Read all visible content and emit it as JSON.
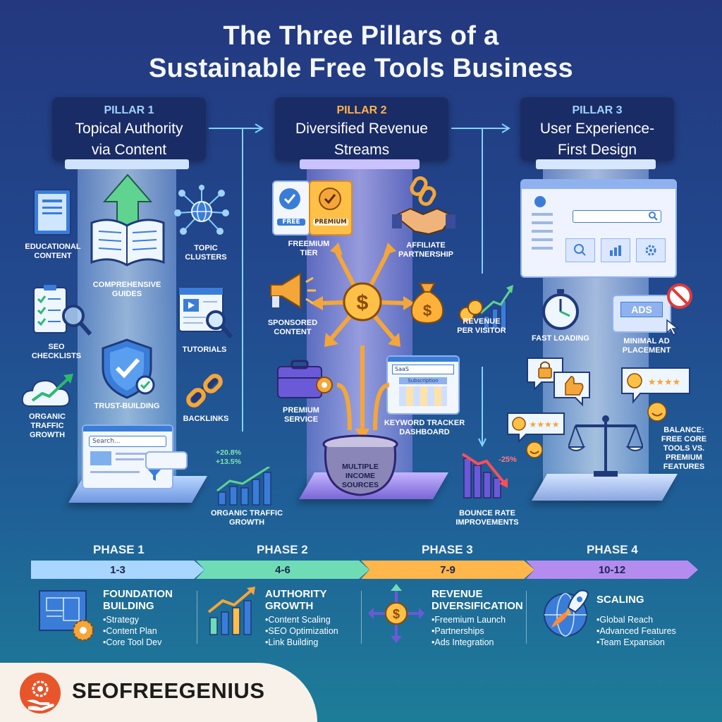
{
  "title_line1": "The Three Pillars of a",
  "title_line2": "Sustainable Free Tools Business",
  "pillars": [
    {
      "number": "PILLAR 1",
      "title_line1": "Topical Authority",
      "title_line2": "via Content",
      "color": "#9fd2ff"
    },
    {
      "number": "PILLAR 2",
      "title_line1": "Diversified Revenue",
      "title_line2": "Streams",
      "color": "#ffb347"
    },
    {
      "number": "PILLAR 3",
      "title_line1": "User Experience-",
      "title_line2": "First Design",
      "color": "#9fd2ff"
    }
  ],
  "pillar1": {
    "educational_content": [
      "EDUCATIONAL",
      "CONTENT"
    ],
    "topic_clusters": [
      "TOPIC",
      "CLUSTERS"
    ],
    "comprehensive_guides": [
      "COMPREHENSIVE",
      "GUIDES"
    ],
    "seo_checklists": [
      "SEO",
      "CHECKLISTS"
    ],
    "tutorials": "TUTORIALS",
    "trust_building": "TRUST-BUILDING",
    "backlinks": "BACKLINKS",
    "organic_traffic_growth": [
      "ORGANIC",
      "TRAFFIC",
      "GROWTH"
    ],
    "search_placeholder": "Search..."
  },
  "growth_chart": {
    "stat1": "+20.8%",
    "stat2": "+13.5%",
    "label": [
      "ORGANIC TRAFFIC",
      "GROWTH"
    ]
  },
  "pillar2": {
    "freemium_tier": [
      "FREEMIUM",
      "TIER"
    ],
    "free_badge": "FREE",
    "premium_badge": "PREMIUM",
    "affiliate": [
      "AFFILIATE",
      "PARTNERSHIP"
    ],
    "sponsored": [
      "SPONSORED",
      "CONTENT"
    ],
    "premium_service": [
      "PREMIUM",
      "SERVICE"
    ],
    "keyword_tracker": [
      "KEYWORD TRACKER",
      "DASHBOARD"
    ],
    "saas": "SaaS",
    "subscription": "Subscription",
    "pot_label": [
      "MULTIPLE",
      "INCOME",
      "SOURCES"
    ]
  },
  "revenue_per_visitor": [
    "REVENUE",
    "PER VISITOR"
  ],
  "bounce": {
    "stat": "-25%",
    "label": [
      "BOUNCE RATE",
      "IMPROVEMENTS"
    ]
  },
  "pillar3": {
    "fast_loading": "FAST LOADING",
    "ads": "ADS",
    "ad_placement": [
      "MINIMAL AD",
      "PLACEMENT"
    ],
    "balance": [
      "BALANCE:",
      "FREE CORE",
      "TOOLS vs.",
      "PREMIUM",
      "FEATURES"
    ]
  },
  "timeline": {
    "phases": [
      {
        "label": "PHASE 1",
        "range": "1-3",
        "color": "#a9d6ff",
        "title": [
          "FOUNDATION",
          "BUILDING"
        ],
        "items": [
          "Strategy",
          "Content Plan",
          "Core Tool Dev"
        ]
      },
      {
        "label": "PHASE 2",
        "range": "4-6",
        "color": "#6fdcb5",
        "title": [
          "AUTHORITY",
          "GROWTH"
        ],
        "items": [
          "Content Scaling",
          "SEO Optimization",
          "Link Building"
        ]
      },
      {
        "label": "PHASE 3",
        "range": "7-9",
        "color": "#ffb64a",
        "title": [
          "REVENUE",
          "DIVERSIFICATION"
        ],
        "items": [
          "Freemium Launch",
          "Partnerships",
          "Ads Integration"
        ]
      },
      {
        "label": "PHASE 4",
        "range": "10-12",
        "color": "#b48cf0",
        "title": [
          "SCALING"
        ],
        "items": [
          "Global Reach",
          "Advanced Features",
          "Team Expansion"
        ]
      }
    ]
  },
  "brand": {
    "name": "SEOFREEGENIUS",
    "accent": "#e8552b"
  }
}
